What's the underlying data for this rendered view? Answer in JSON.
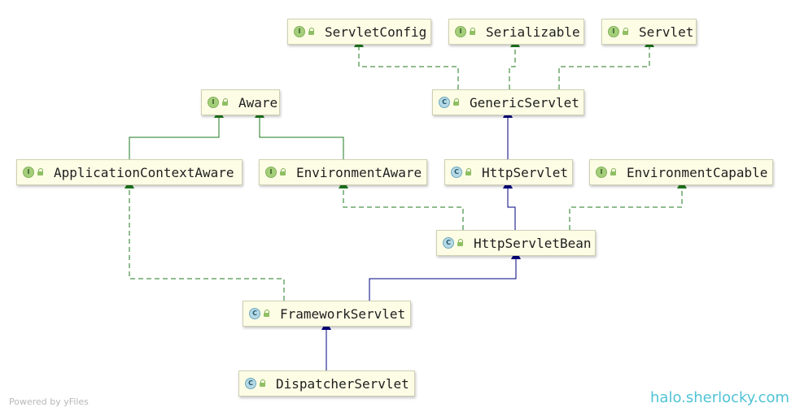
{
  "nodes": {
    "servlet_config": {
      "label": "ServletConfig",
      "kind": "interface",
      "kind_letter": "I"
    },
    "serializable": {
      "label": "Serializable",
      "kind": "interface",
      "kind_letter": "I"
    },
    "servlet": {
      "label": "Servlet",
      "kind": "interface",
      "kind_letter": "I"
    },
    "aware": {
      "label": "Aware",
      "kind": "interface",
      "kind_letter": "I"
    },
    "generic_servlet": {
      "label": "GenericServlet",
      "kind": "class",
      "kind_letter": "C"
    },
    "application_context_aware": {
      "label": "ApplicationContextAware",
      "kind": "interface",
      "kind_letter": "I"
    },
    "environment_aware": {
      "label": "EnvironmentAware",
      "kind": "interface",
      "kind_letter": "I"
    },
    "http_servlet": {
      "label": "HttpServlet",
      "kind": "class",
      "kind_letter": "C"
    },
    "environment_capable": {
      "label": "EnvironmentCapable",
      "kind": "interface",
      "kind_letter": "I"
    },
    "http_servlet_bean": {
      "label": "HttpServletBean",
      "kind": "class",
      "kind_letter": "C"
    },
    "framework_servlet": {
      "label": "FrameworkServlet",
      "kind": "class",
      "kind_letter": "C"
    },
    "dispatcher_servlet": {
      "label": "DispatcherServlet",
      "kind": "class",
      "kind_letter": "C"
    }
  },
  "edges": [
    {
      "from": "generic_servlet",
      "to": "servlet_config",
      "relation": "implements"
    },
    {
      "from": "generic_servlet",
      "to": "serializable",
      "relation": "implements"
    },
    {
      "from": "generic_servlet",
      "to": "servlet",
      "relation": "implements"
    },
    {
      "from": "application_context_aware",
      "to": "aware",
      "relation": "extends-interface"
    },
    {
      "from": "environment_aware",
      "to": "aware",
      "relation": "extends-interface"
    },
    {
      "from": "http_servlet",
      "to": "generic_servlet",
      "relation": "extends"
    },
    {
      "from": "http_servlet_bean",
      "to": "http_servlet",
      "relation": "extends"
    },
    {
      "from": "http_servlet_bean",
      "to": "environment_aware",
      "relation": "implements"
    },
    {
      "from": "http_servlet_bean",
      "to": "environment_capable",
      "relation": "implements"
    },
    {
      "from": "framework_servlet",
      "to": "http_servlet_bean",
      "relation": "extends"
    },
    {
      "from": "framework_servlet",
      "to": "application_context_aware",
      "relation": "implements"
    },
    {
      "from": "dispatcher_servlet",
      "to": "framework_servlet",
      "relation": "extends"
    }
  ],
  "colors": {
    "extends": "#00007f",
    "implements": "#1f7a1f",
    "extends_interface": "#1f7a1f",
    "node_fill": "#fdfde6",
    "watermark": "#4fc3d6"
  },
  "footer": {
    "powered_by": "Powered by yFiles",
    "watermark": "halo.sherlocky.com"
  }
}
